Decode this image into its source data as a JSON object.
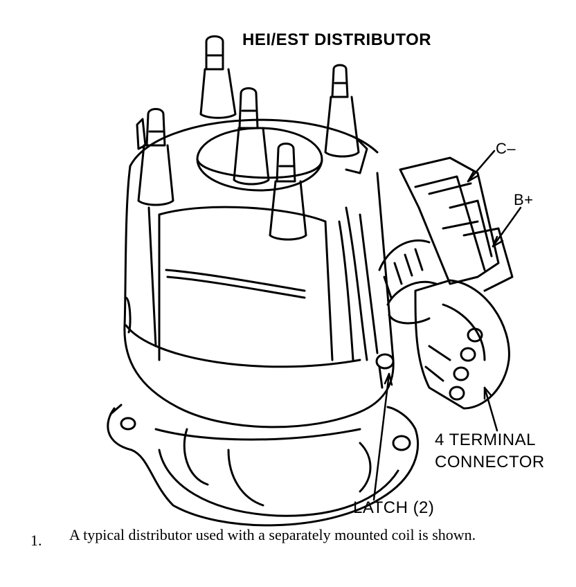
{
  "diagram": {
    "title": "HEI/EST DISTRIBUTOR",
    "labels": {
      "c_minus": "C–",
      "b_plus": "B+",
      "connector_line1": "4 TERMINAL",
      "connector_line2": "CONNECTOR",
      "latch": "LATCH (2)"
    },
    "caption": {
      "number": "1.",
      "text": "A typical distributor used with a separately mounted coil is shown."
    },
    "colors": {
      "ink": "#000000",
      "paper": "#ffffff"
    }
  }
}
